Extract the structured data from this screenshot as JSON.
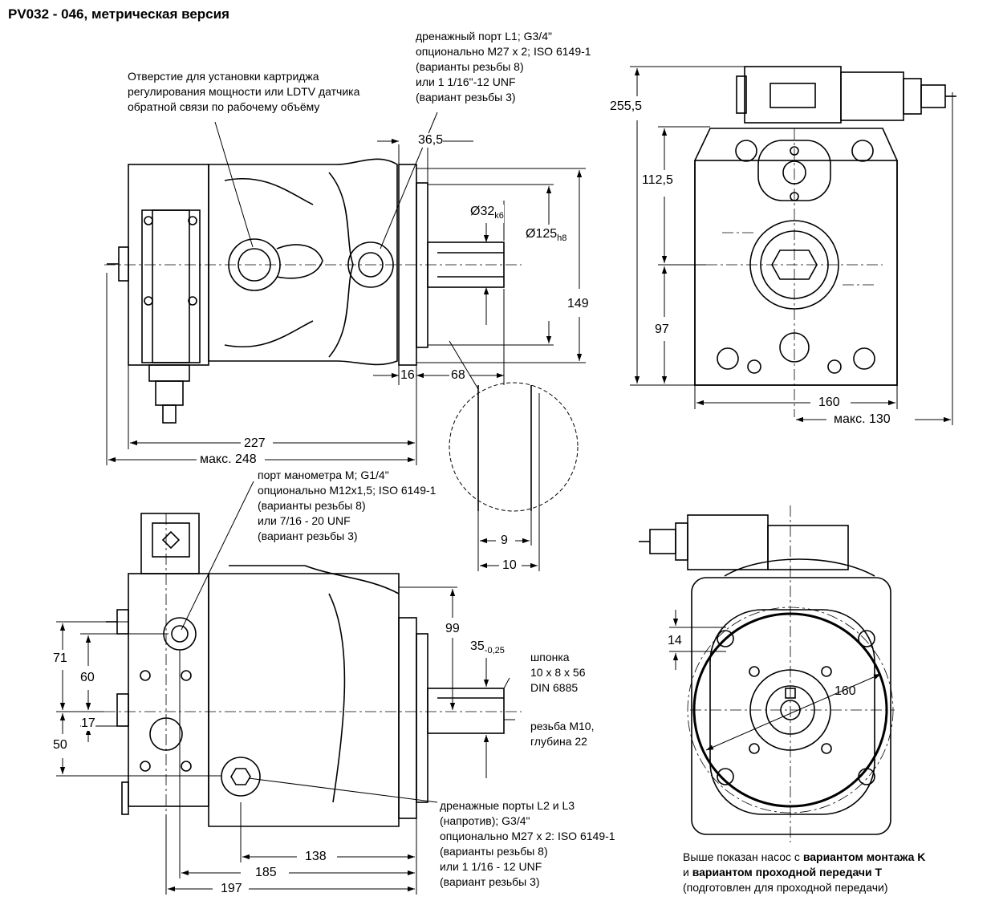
{
  "title": "PV032 - 046, метрическая версия",
  "callouts": {
    "drain_l1": [
      "дренажный порт L1; G3/4\"",
      "опционально M27 x 2; ISO 6149-1",
      "(варианты резьбы 8)",
      "или 1 1/16\"-12 UNF",
      "(вариант резьбы 3)"
    ],
    "cartridge": [
      "Отверстие для установки картриджа",
      "регулирования мощности или LDTV датчика",
      "обратной связи по рабочему объёму"
    ],
    "gauge_port": [
      "порт манометра M; G1/4\"",
      "опционально M12x1,5; ISO 6149-1",
      "(варианты резьбы 8)",
      "или 7/16 - 20 UNF",
      "(вариант резьбы 3)"
    ],
    "key": [
      "шпонка",
      "10 x 8 x 56",
      "DIN 6885"
    ],
    "thread": [
      "резьба M10,",
      "глубина 22"
    ],
    "drain_l2_l3": [
      "дренажные порты L2 и L3",
      "(напротив); G3/4\"",
      "опционально M27 x 2: ISO 6149-1",
      "(варианты резьбы 8)",
      "или 1 1/16 - 12 UNF",
      "(вариант резьбы 3)"
    ],
    "note": {
      "prefix": "Выше показан насос с ",
      "bold1": "вариантом монтажа K",
      "mid": "и ",
      "bold2": "вариантом проходной передачи T",
      "line3": "(подготовлен для проходной передачи)"
    }
  },
  "dimensions": {
    "d36_5": "36,5",
    "d32": "Ø32",
    "d32_tol": "k6",
    "d125": "Ø125",
    "d125_tol": "h8",
    "d149": "149",
    "d16": "16",
    "d68": "68",
    "d227": "227",
    "dmax248": "макс. 248",
    "d255_5": "255,5",
    "d112_5": "112,5",
    "d97": "97",
    "d160": "160",
    "dmax130": "макс. 130",
    "d9": "9",
    "d10": "10",
    "d99": "99",
    "d35": "35",
    "d35_tol": "-0,25",
    "d71": "71",
    "d60": "60",
    "d17": "17",
    "d50": "50",
    "d138": "138",
    "d185": "185",
    "d197": "197",
    "d14": "14",
    "d160b": "160"
  }
}
